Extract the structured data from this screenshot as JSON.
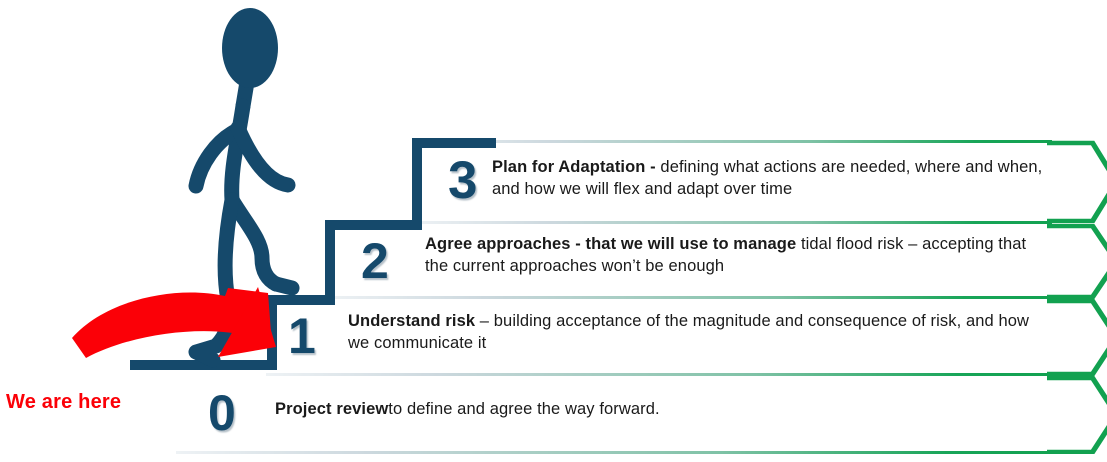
{
  "diagram": {
    "title_annotation": "We are here",
    "accent_navy": "#15496b",
    "accent_green": "#12a150",
    "accent_red": "#fb0007",
    "figure_name": "stick-figure-climbing-stairs"
  },
  "steps": [
    {
      "number": "3",
      "lead": "Plan for Adaptation -",
      "rest": " defining what actions are needed, where and when, and how we will flex and adapt over time"
    },
    {
      "number": "2",
      "lead": "Agree approaches - that we will use to manage",
      "rest": " tidal flood risk – accepting that the current approaches won’t be enough"
    },
    {
      "number": "1",
      "lead": "Understand risk",
      "rest": " – building acceptance of the magnitude and consequence of risk, and how we communicate it"
    },
    {
      "number": "0",
      "lead": "Project review",
      "rest": "to define and agree the way forward."
    }
  ]
}
